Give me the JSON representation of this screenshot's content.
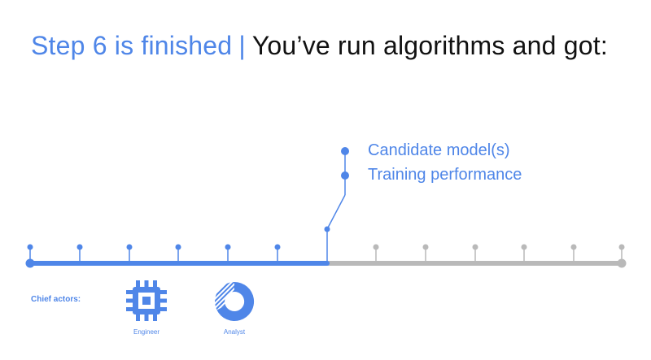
{
  "title": {
    "step": "Step 6 is finished",
    "separator": "|",
    "main": "You’ve run algorithms and got:"
  },
  "outputs": [
    "Candidate model(s)",
    "Training performance"
  ],
  "chief_actors": {
    "label": "Chief actors:",
    "actors": [
      {
        "name": "Engineer",
        "icon": "chip-icon"
      },
      {
        "name": "Analyst",
        "icon": "donut-chart-icon"
      }
    ]
  },
  "timeline": {
    "completed_steps": 6,
    "remaining_steps": 6
  },
  "colors": {
    "accent": "#4f86e8",
    "inactive": "#b9b9b9",
    "text": "#111111"
  }
}
